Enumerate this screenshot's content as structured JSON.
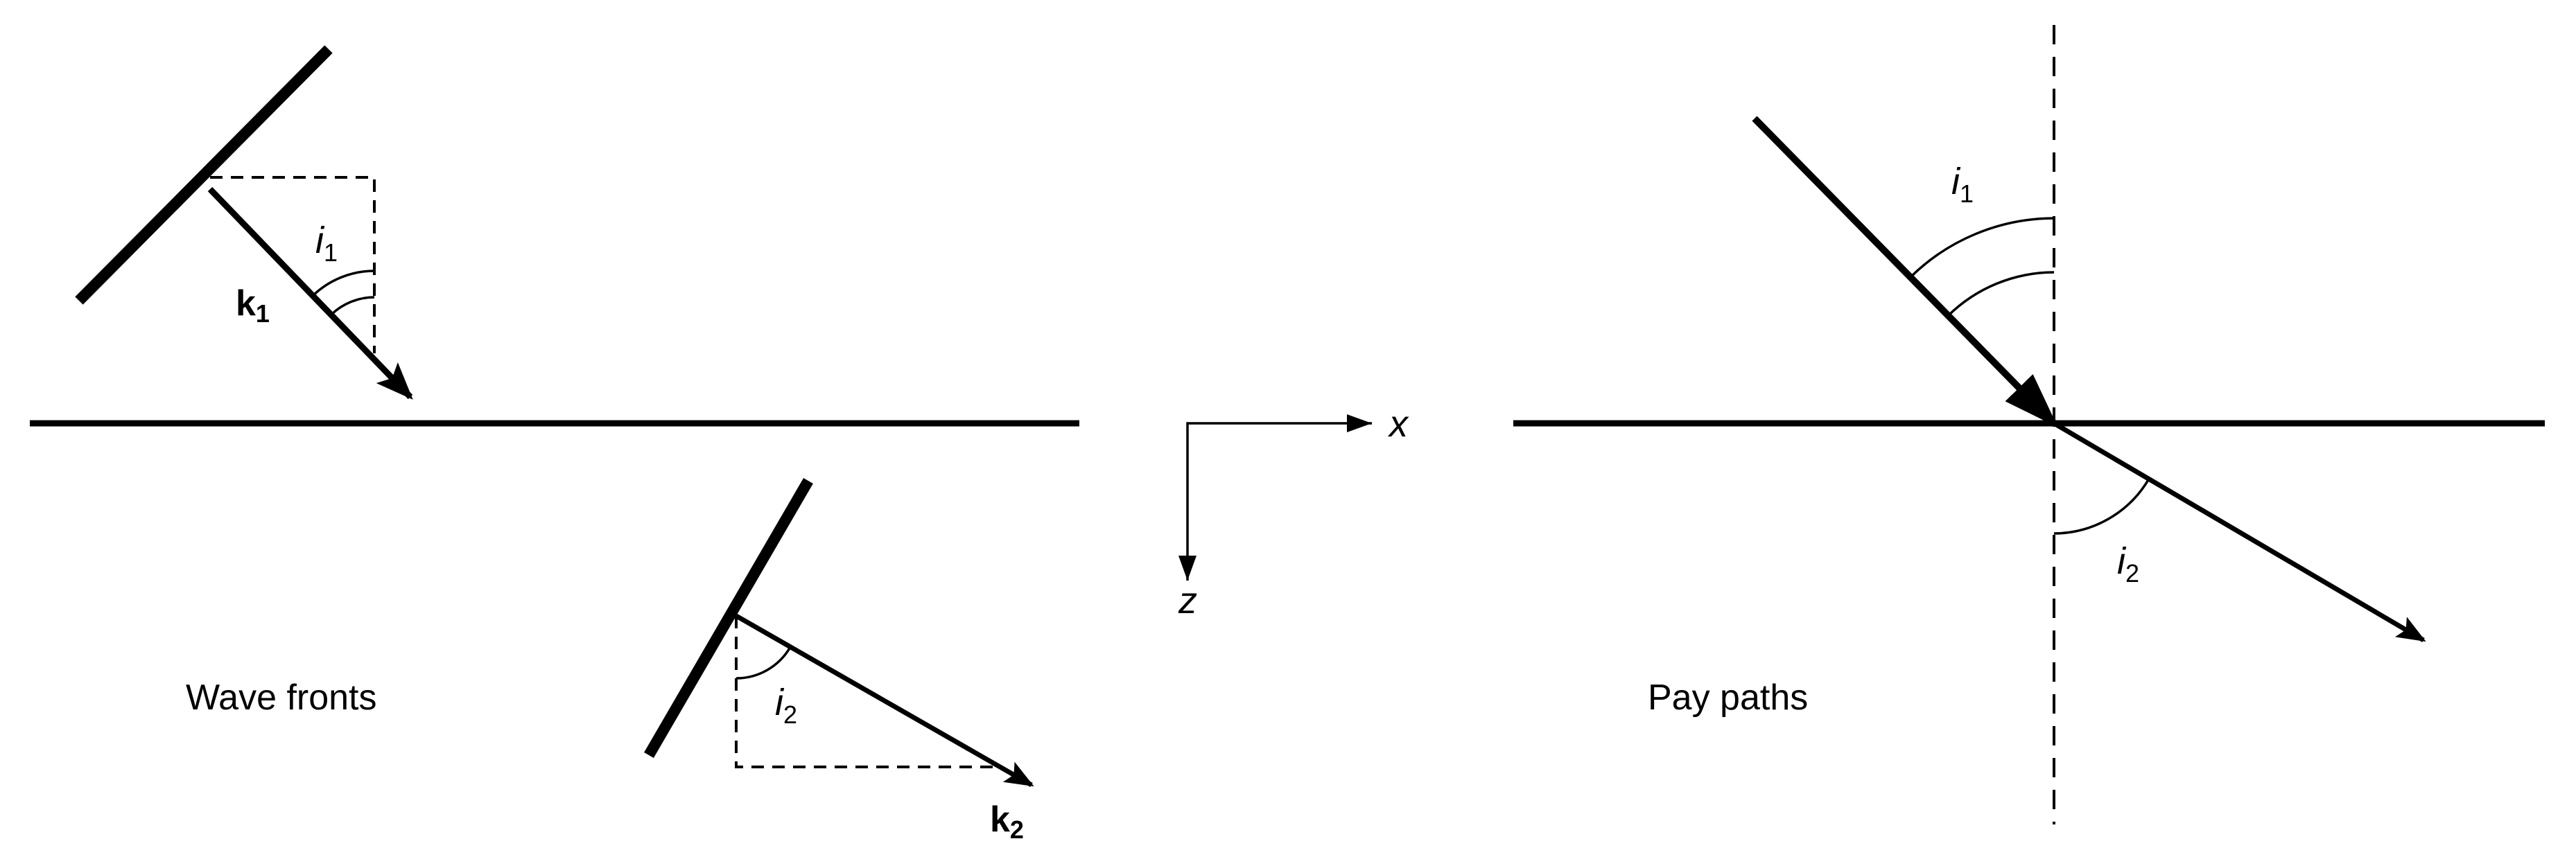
{
  "left_panel": {
    "caption": "Wave fronts",
    "k1": {
      "letter": "k",
      "sub": "1"
    },
    "k2": {
      "letter": "k",
      "sub": "2"
    },
    "angle1": {
      "letter": "i",
      "sub": "1"
    },
    "angle2": {
      "letter": "i",
      "sub": "2"
    }
  },
  "axes": {
    "x_label": "x",
    "z_label": "z"
  },
  "right_panel": {
    "caption": "Pay paths",
    "angle1": {
      "letter": "i",
      "sub": "1"
    },
    "angle2": {
      "letter": "i",
      "sub": "2"
    }
  },
  "colors": {
    "ink": "#000000",
    "background": "#ffffff"
  }
}
